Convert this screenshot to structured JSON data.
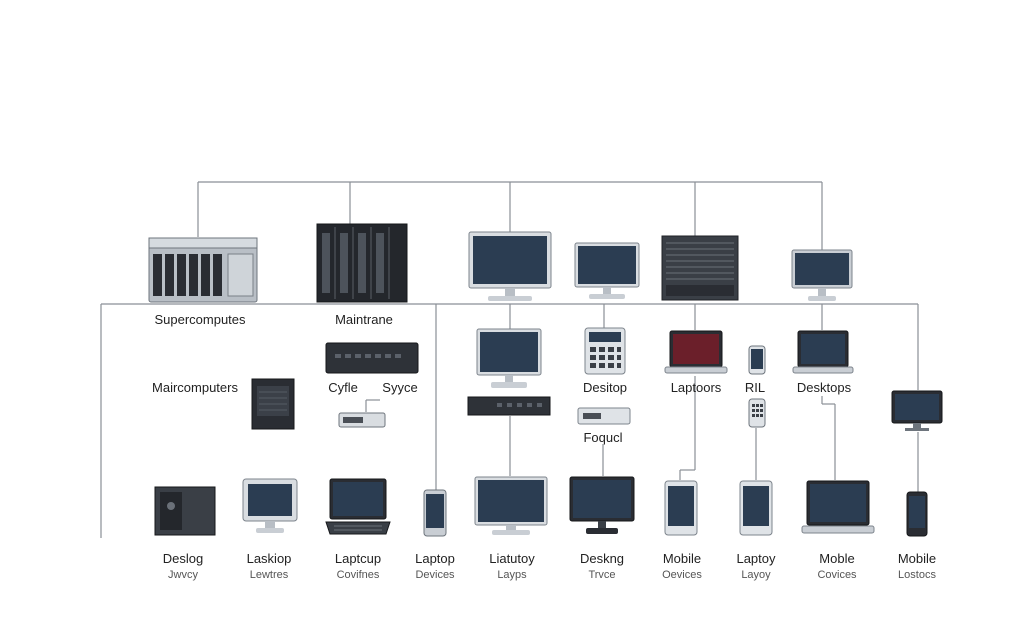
{
  "labels": {
    "supercomputers": "Supercomputes",
    "mainframe": "Maintrane",
    "maincomputers": "Maircomputers",
    "cyfle": "Cyfle",
    "syyce": "Syyce",
    "desktop_mid": "Desitop",
    "laptops_mid": "Laptoors",
    "ril": "RIL",
    "desktops_mid": "Desktops",
    "foqucl": "Foqucl"
  },
  "bottom": [
    {
      "title": "Deslog",
      "sub": "Jwvcy"
    },
    {
      "title": "Laskiop",
      "sub": "Lewtres"
    },
    {
      "title": "Laptcup",
      "sub": "Covifnes"
    },
    {
      "title": "Laptop",
      "sub": "Devices"
    },
    {
      "title": "Liatutoy",
      "sub": "Layps"
    },
    {
      "title": "Deskng",
      "sub": "Trvce"
    },
    {
      "title": "Mobile",
      "sub": "Oevices"
    },
    {
      "title": "Laptoy",
      "sub": "Layoy"
    },
    {
      "title": "Moble",
      "sub": "Covices"
    },
    {
      "title": "Mobile",
      "sub": "Lostocs"
    }
  ],
  "colors": {
    "line": "#8a8f96",
    "screen": "#2b3d52",
    "device_dark": "#2a2d33",
    "device_silver": "#c9ced4"
  }
}
